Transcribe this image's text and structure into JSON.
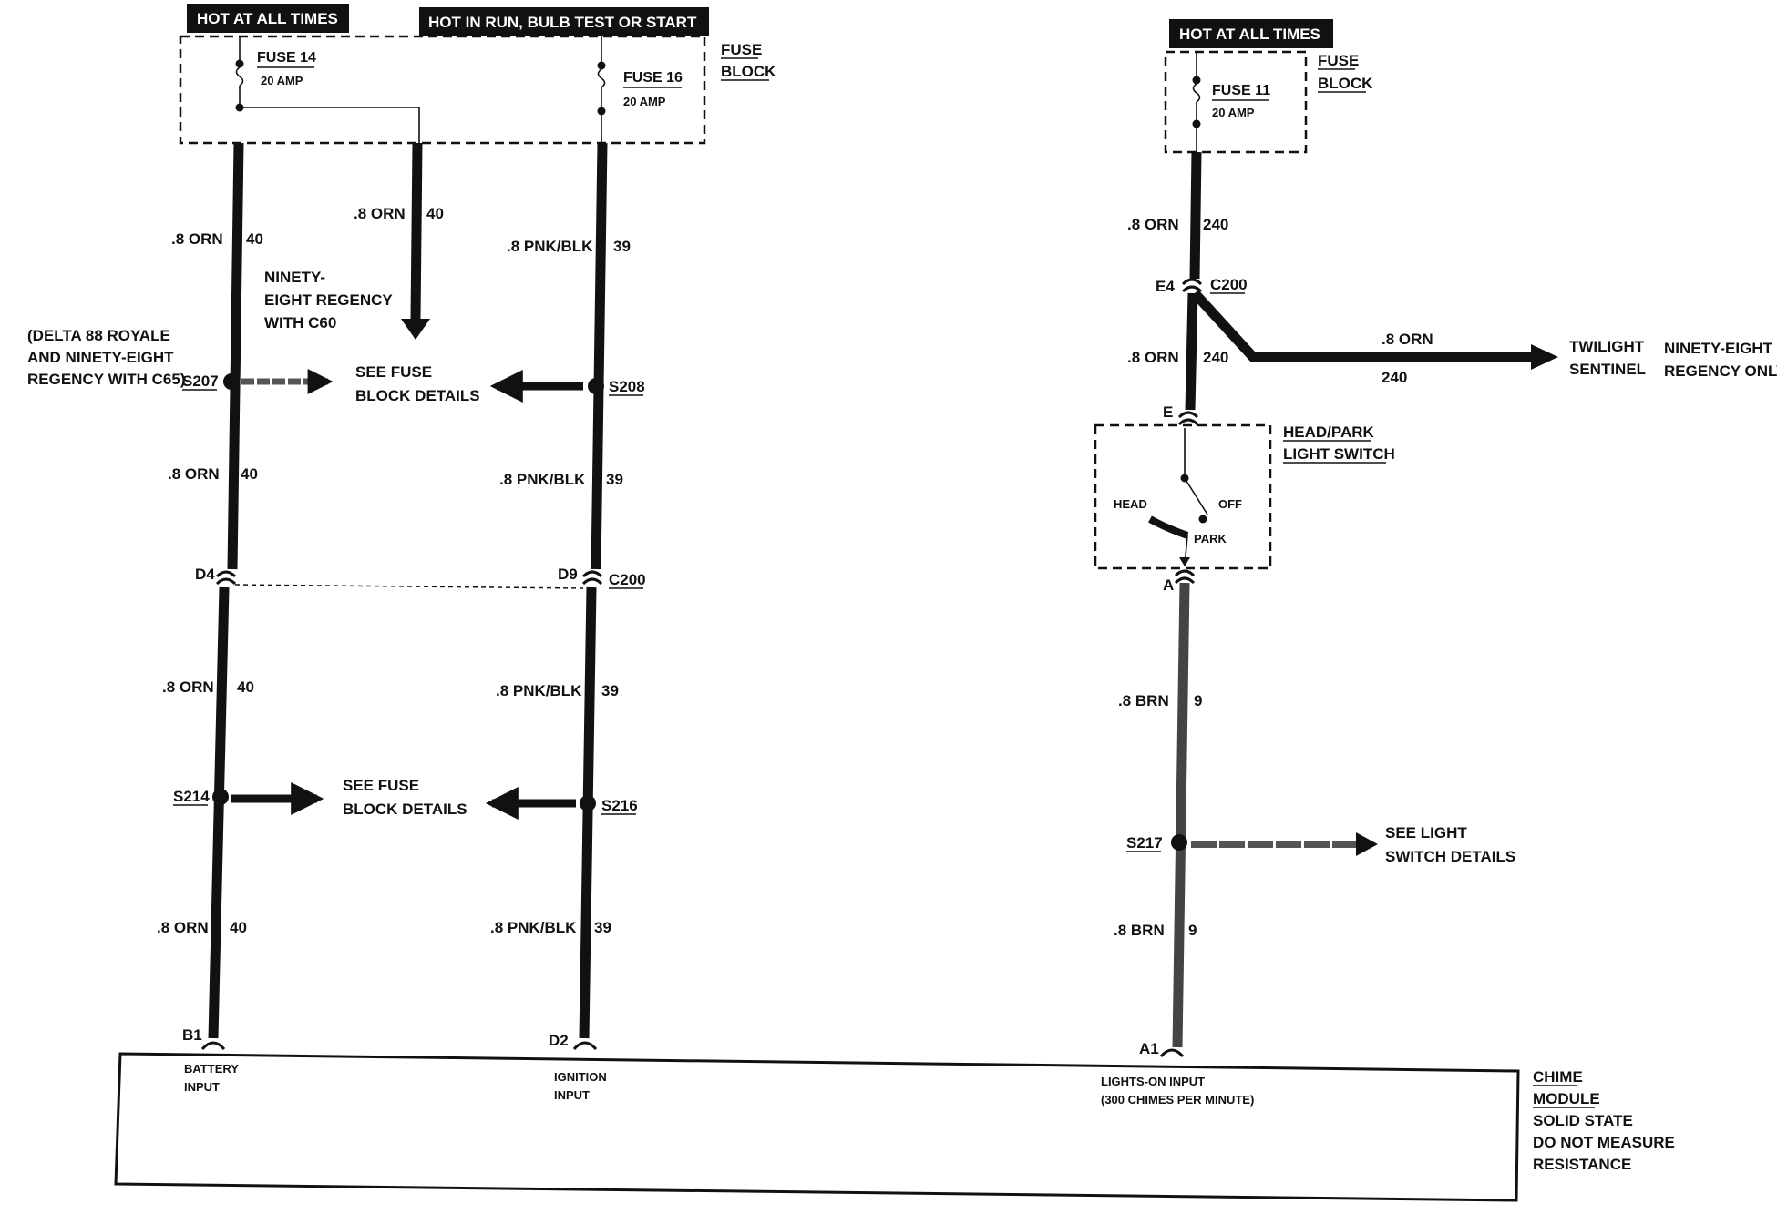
{
  "headers": {
    "hot_all_times_left": "HOT AT ALL TIMES",
    "hot_run": "HOT IN RUN, BULB TEST OR START",
    "hot_all_times_right": "HOT AT ALL TIMES"
  },
  "fuse_block_left": {
    "label_line1": "FUSE",
    "label_line2": "BLOCK",
    "fuse14_name": "FUSE 14",
    "fuse14_amp": "20 AMP",
    "fuse16_name": "FUSE 16",
    "fuse16_amp": "20 AMP"
  },
  "fuse_block_right": {
    "label_line1": "FUSE",
    "label_line2": "BLOCK",
    "fuse11_name": "FUSE 11",
    "fuse11_amp": "20 AMP"
  },
  "wires": {
    "orn": ".8 ORN",
    "orn_circuit": "40",
    "pnk": ".8 PNK/BLK",
    "pnk_circuit": "39",
    "orn240": ".8 ORN",
    "orn240_circuit": "240",
    "brn": ".8 BRN",
    "brn_circuit": "9"
  },
  "notes": {
    "ninety_eight_line1": "NINETY-",
    "ninety_eight_line2": "EIGHT REGENCY",
    "ninety_eight_line3": "WITH C60",
    "delta_line1": "(DELTA 88 ROYALE",
    "delta_line2": "AND NINETY-EIGHT",
    "delta_line3": "REGENCY WITH C65)",
    "see_fuse_line1": "SEE FUSE",
    "see_fuse_line2": "BLOCK DETAILS",
    "see_light_line1": "SEE LIGHT",
    "see_light_line2": "SWITCH DETAILS",
    "twilight_line1": "TWILIGHT",
    "twilight_line2": "SENTINEL",
    "regency_only_line1": "NINETY-EIGHT",
    "regency_only_line2": "REGENCY ONLY"
  },
  "splices": {
    "s207": "S207",
    "s208": "S208",
    "s214": "S214",
    "s216": "S216",
    "s217": "S217"
  },
  "connectors": {
    "d4": "D4",
    "d9": "D9",
    "c200": "C200",
    "e4": "E4",
    "e": "E",
    "a": "A",
    "b1": "B1",
    "d2": "D2",
    "a1": "A1"
  },
  "switch": {
    "title_line1": "HEAD/PARK",
    "title_line2": "LIGHT SWITCH",
    "head": "HEAD",
    "off": "OFF",
    "park": "PARK"
  },
  "module": {
    "battery_line1": "BATTERY",
    "battery_line2": "INPUT",
    "ignition_line1": "IGNITION",
    "ignition_line2": "INPUT",
    "lights_line1": "LIGHTS-ON INPUT",
    "lights_line2": "(300 CHIMES PER MINUTE)",
    "name_line1": "CHIME",
    "name_line2": "MODULE",
    "desc_line1": "SOLID STATE",
    "desc_line2": "DO NOT MEASURE",
    "desc_line3": "RESISTANCE"
  }
}
